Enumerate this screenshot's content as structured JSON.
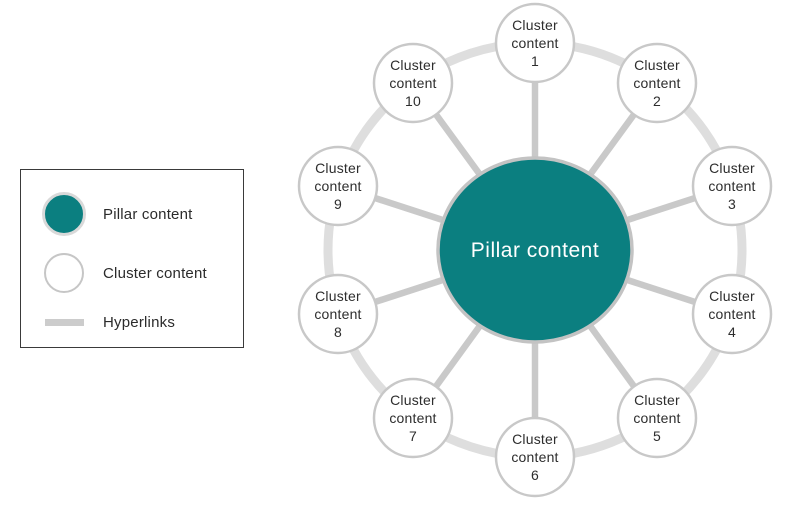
{
  "legend": {
    "items": [
      {
        "id": "pillar",
        "label": "Pillar content",
        "swatch": "teal-circle"
      },
      {
        "id": "cluster",
        "label": "Cluster content",
        "swatch": "outlined-circle"
      },
      {
        "id": "hyperlinks",
        "label": "Hyperlinks",
        "swatch": "gray-line"
      }
    ]
  },
  "diagram": {
    "center_label": "Pillar content",
    "clusters": [
      {
        "lines": [
          "Cluster",
          "content",
          "1"
        ]
      },
      {
        "lines": [
          "Cluster",
          "content",
          "2"
        ]
      },
      {
        "lines": [
          "Cluster",
          "content",
          "3"
        ]
      },
      {
        "lines": [
          "Cluster",
          "content",
          "4"
        ]
      },
      {
        "lines": [
          "Cluster",
          "content",
          "5"
        ]
      },
      {
        "lines": [
          "Cluster",
          "content",
          "6"
        ]
      },
      {
        "lines": [
          "Cluster",
          "content",
          "7"
        ]
      },
      {
        "lines": [
          "Cluster",
          "content",
          "8"
        ]
      },
      {
        "lines": [
          "Cluster",
          "content",
          "9"
        ]
      },
      {
        "lines": [
          "Cluster",
          "content",
          "10"
        ]
      }
    ]
  },
  "colors": {
    "pillar_fill": "#0b7f80",
    "pillar_border": "#c3c3c3",
    "cluster_fill": "#ffffff",
    "cluster_border": "#c8c8c8",
    "spoke_gray": "#c9c9c9",
    "ring_gray": "#dedede",
    "legend_border": "#3a3a3a",
    "text_dark": "#2d2d2d",
    "text_on_pillar": "#ffffff"
  }
}
